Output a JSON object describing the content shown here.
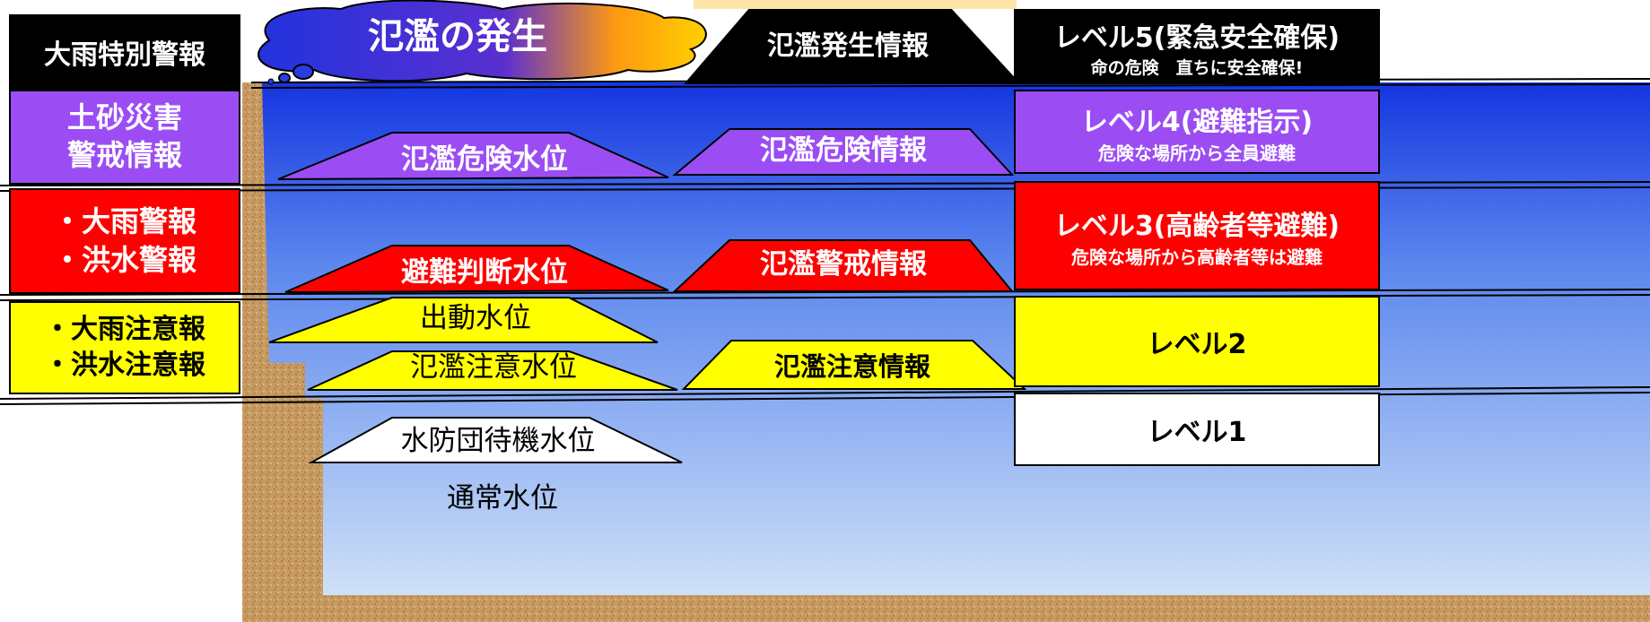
{
  "colors": {
    "black": "#000000",
    "purple": "#9b4df3",
    "red": "#ff0000",
    "yellow": "#ffff00",
    "white": "#ffffff",
    "water_top": "#1a3fe0",
    "water_bottom": "#c9ddf6",
    "soil": "#c8a06a"
  },
  "left_warnings": {
    "special": "大雨特別警報",
    "sediment_line1": "土砂災害",
    "sediment_line2": "警戒情報",
    "warning_line1": "・大雨警報",
    "warning_line2": "・洪水警報",
    "advisory_line1": "・大雨注意報",
    "advisory_line2": "・洪水注意報"
  },
  "flood_cloud": "氾濫の発生",
  "water_levels": {
    "danger": "氾濫危険水位",
    "evacuation_judgment": "避難判断水位",
    "dispatch": "出動水位",
    "caution": "氾濫注意水位",
    "standby": "水防団待機水位",
    "normal": "通常水位"
  },
  "flood_info": {
    "occurrence": "氾濫発生情報",
    "danger": "氾濫危険情報",
    "warning": "氾濫警戒情報",
    "caution": "氾濫注意情報"
  },
  "levels": {
    "l5_title": "レベル5(緊急安全確保)",
    "l5_sub": "命の危険　直ちに安全確保!",
    "l4_title": "レベル4(避難指示)",
    "l4_sub": "危険な場所から全員避難",
    "l3_title": "レベル3(高齢者等避難)",
    "l3_sub": "危険な場所から高齢者等は避難",
    "l2_title": "レベル2",
    "l1_title": "レベル1"
  }
}
